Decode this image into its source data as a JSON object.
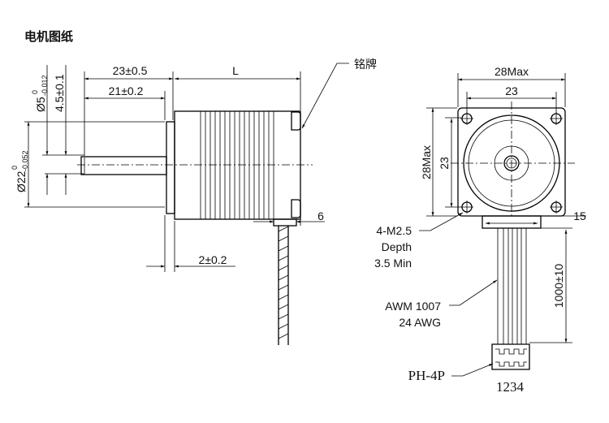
{
  "title": "电机图纸",
  "side_view": {
    "shaft_diameter": "Ø5",
    "shaft_diameter_tol_upper": "0",
    "shaft_diameter_tol_lower": "-0.012",
    "flat": "4.5±0.1",
    "boss_diameter": "Ø22",
    "boss_diameter_tol_upper": "0",
    "boss_diameter_tol_lower": "-0.052",
    "shaft_length": "23±0.5",
    "shaft_usable_length": "21±0.2",
    "body_length": "L",
    "boss_height": "2±0.2",
    "connector_offset": "6",
    "nameplate_label": "铭牌"
  },
  "front_view": {
    "width_max": "28Max",
    "hole_spacing_h": "23",
    "height_max": "28Max",
    "hole_spacing_v": "23",
    "connector_width": "15",
    "cable_length": "1000±10",
    "mount_holes": [
      "4-M2.5",
      "Depth",
      "3.5 Min"
    ],
    "wire_spec": [
      "AWM 1007",
      "24 AWG"
    ],
    "connector_type": "PH-4P",
    "pin_numbers": "1234"
  }
}
